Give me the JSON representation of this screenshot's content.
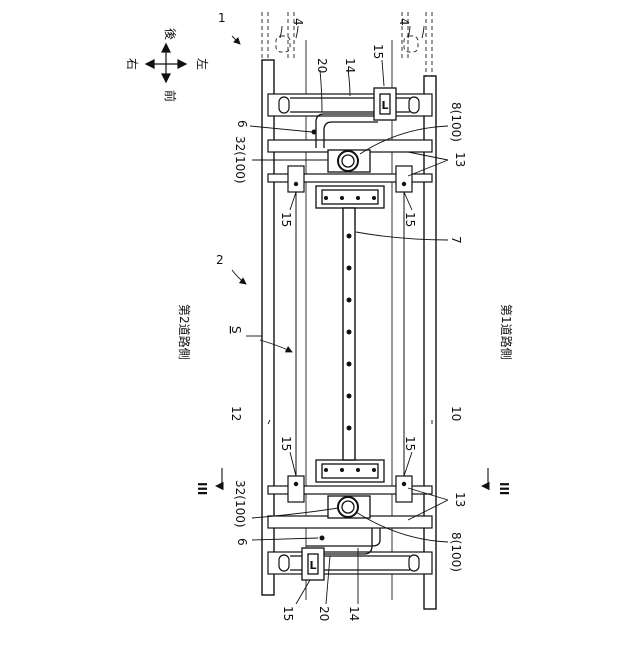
{
  "figure": {
    "ref_main": "1",
    "ref_assembly": "2",
    "ref_region": "S"
  },
  "compass": {
    "right": "右",
    "left": "左",
    "front": "前",
    "rear": "後"
  },
  "sides": {
    "second_road": "第2道路側",
    "first_road": "第1道路側"
  },
  "section_marks": {
    "left": "III",
    "right": "III"
  },
  "labels": {
    "l4_left": "4",
    "l4_right": "4",
    "l20_top": "20",
    "l14_top": "14",
    "l15_top": "15",
    "l6_top": "6",
    "l8_top": "8(100)",
    "l32_top": "32(100)",
    "l13_top": "13",
    "l15_ul": "15",
    "l15_ur": "15",
    "l7": "7",
    "l12": "12",
    "l10": "10",
    "l15_ll": "15",
    "l15_lr": "15",
    "l32_bot": "32(100)",
    "l13_bot": "13",
    "l6_bot": "6",
    "l8_bot": "8(100)",
    "l15_bot": "15",
    "l20_bot": "20",
    "l14_bot": "14"
  },
  "cell_mark": "L"
}
